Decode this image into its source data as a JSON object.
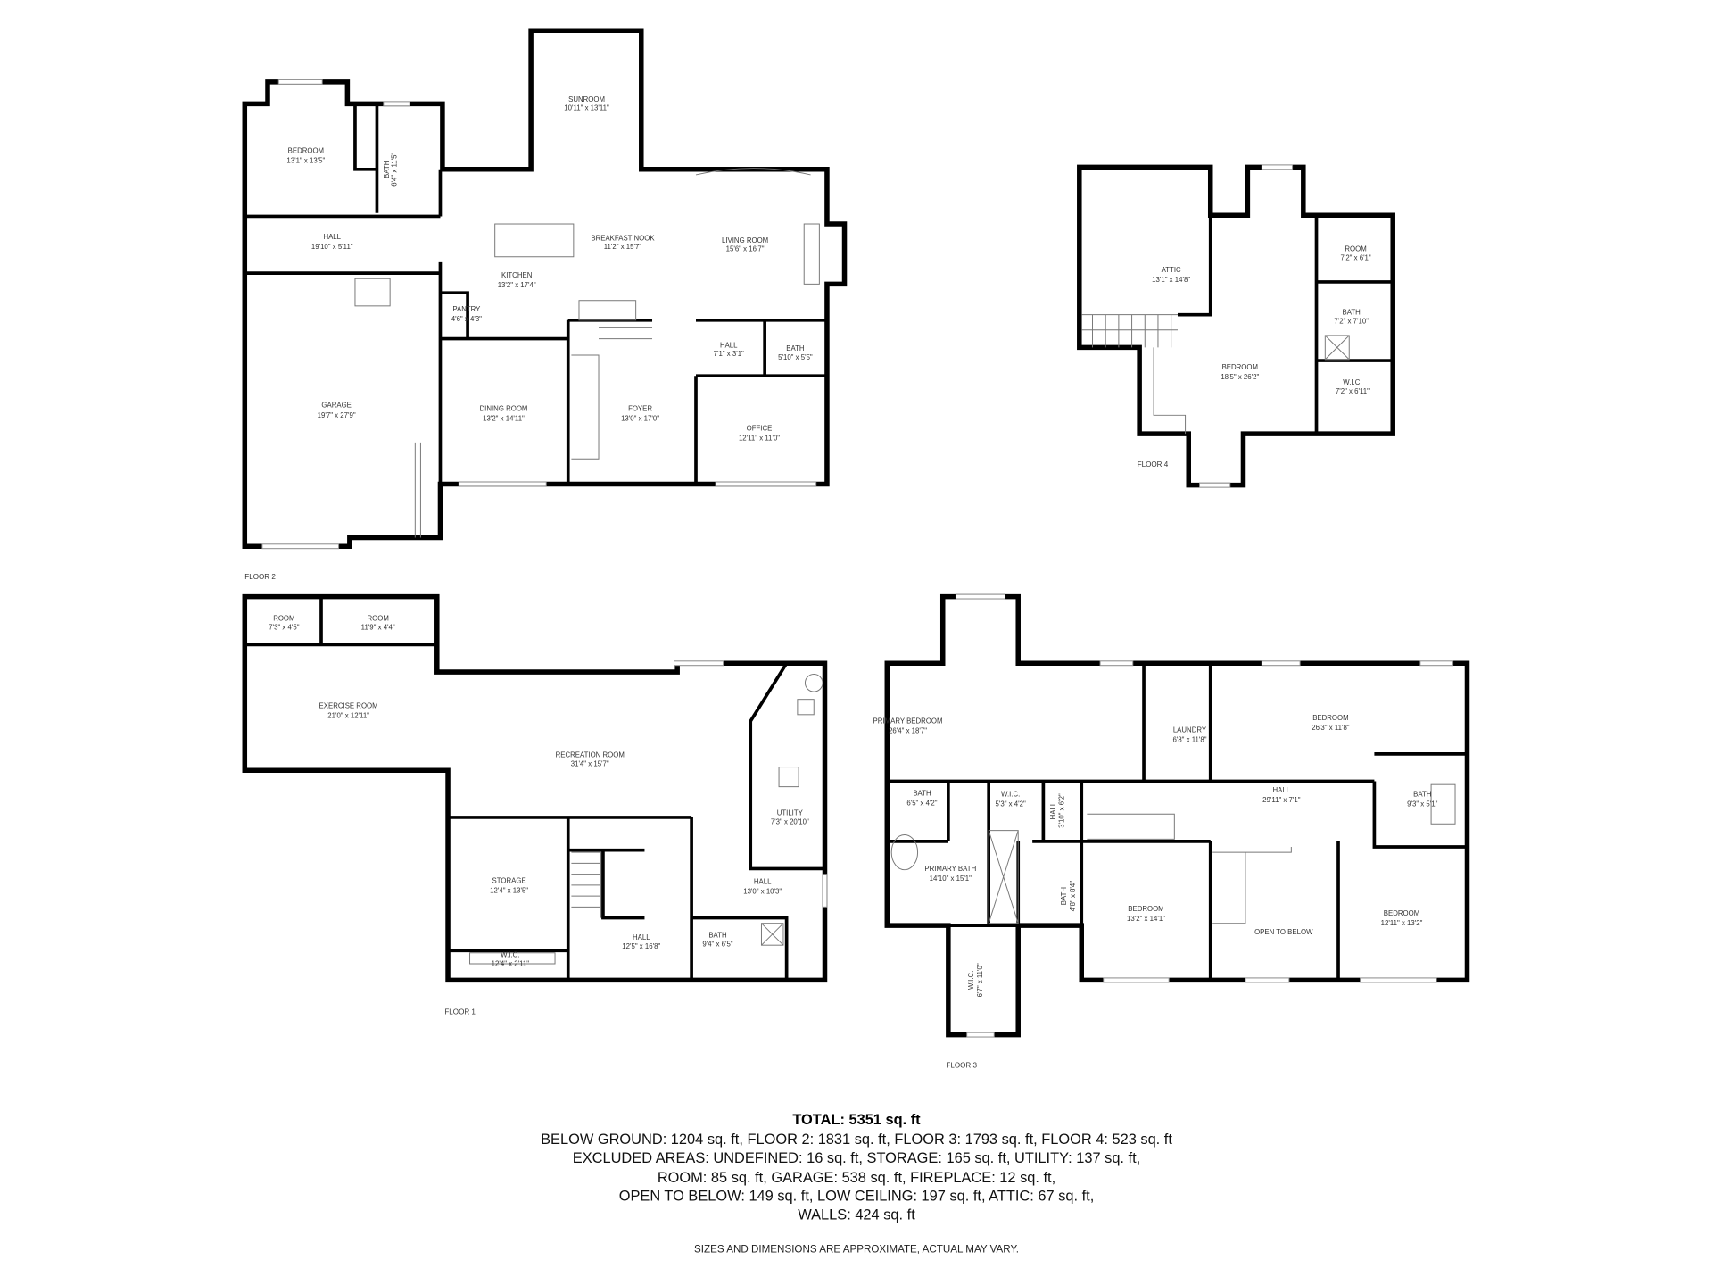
{
  "floors": {
    "floor2": {
      "label": "FLOOR 2",
      "rooms": [
        {
          "name": "BEDROOM",
          "dim": "13'1\" x 13'5\""
        },
        {
          "name": "BATH",
          "dim": "6'4\" x 11'5\""
        },
        {
          "name": "SUNROOM",
          "dim": "10'11\" x 13'11\""
        },
        {
          "name": "HALL",
          "dim": "19'10\" x 5'11\""
        },
        {
          "name": "BREAKFAST NOOK",
          "dim": "11'2\" x 15'7\""
        },
        {
          "name": "LIVING ROOM",
          "dim": "15'6\" x 16'7\""
        },
        {
          "name": "KITCHEN",
          "dim": "13'2\" x 17'4\""
        },
        {
          "name": "PANTRY",
          "dim": "4'6\" x 4'3\""
        },
        {
          "name": "HALL",
          "dim": "7'1\" x 3'1\""
        },
        {
          "name": "BATH",
          "dim": "5'10\" x 5'5\""
        },
        {
          "name": "GARAGE",
          "dim": "19'7\" x 27'9\""
        },
        {
          "name": "DINING ROOM",
          "dim": "13'2\" x 14'11\""
        },
        {
          "name": "FOYER",
          "dim": "13'0\" x 17'0\""
        },
        {
          "name": "OFFICE",
          "dim": "12'11\" x 11'0\""
        }
      ]
    },
    "floor4": {
      "label": "FLOOR 4",
      "rooms": [
        {
          "name": "ATTIC",
          "dim": "13'1\" x 14'8\""
        },
        {
          "name": "ROOM",
          "dim": "7'2\" x 6'1\""
        },
        {
          "name": "BATH",
          "dim": "7'2\" x 7'10\""
        },
        {
          "name": "BEDROOM",
          "dim": "18'5\" x 26'2\""
        },
        {
          "name": "W.I.C.",
          "dim": "7'2\" x 6'11\""
        }
      ]
    },
    "floor1": {
      "label": "FLOOR 1",
      "rooms": [
        {
          "name": "ROOM",
          "dim": "7'3\" x 4'5\""
        },
        {
          "name": "ROOM",
          "dim": "11'9\" x 4'4\""
        },
        {
          "name": "EXERCISE ROOM",
          "dim": "21'0\" x 12'11\""
        },
        {
          "name": "RECREATION ROOM",
          "dim": "31'4\" x 15'7\""
        },
        {
          "name": "UTILITY",
          "dim": "7'3\" x 20'10\""
        },
        {
          "name": "STORAGE",
          "dim": "12'4\" x 13'5\""
        },
        {
          "name": "HALL",
          "dim": "13'0\" x 10'3\""
        },
        {
          "name": "W.I.C.",
          "dim": "12'4\" x 2'11\""
        },
        {
          "name": "HALL",
          "dim": "12'5\" x 16'8\""
        },
        {
          "name": "BATH",
          "dim": "9'4\" x 6'5\""
        }
      ]
    },
    "floor3": {
      "label": "FLOOR 3",
      "rooms": [
        {
          "name": "PRIMARY BEDROOM",
          "dim": "26'4\" x 18'7\""
        },
        {
          "name": "LAUNDRY",
          "dim": "6'8\" x 11'8\""
        },
        {
          "name": "BEDROOM",
          "dim": "26'3\" x 11'8\""
        },
        {
          "name": "BATH",
          "dim": "6'5\" x 4'2\""
        },
        {
          "name": "W.I.C.",
          "dim": "5'3\" x 4'2\""
        },
        {
          "name": "HALL",
          "dim": "3'10\" x 6'2\""
        },
        {
          "name": "HALL",
          "dim": "29'11\" x 7'1\""
        },
        {
          "name": "BATH",
          "dim": "9'3\" x 5'1\""
        },
        {
          "name": "PRIMARY BATH",
          "dim": "14'10\" x 15'1\""
        },
        {
          "name": "BATH",
          "dim": "4'8\" x 8'4\""
        },
        {
          "name": "BEDROOM",
          "dim": "13'2\" x 14'1\""
        },
        {
          "name": "OPEN TO BELOW",
          "dim": ""
        },
        {
          "name": "BEDROOM",
          "dim": "12'11\" x 13'2\""
        },
        {
          "name": "W.I.C.",
          "dim": "6'7\" x 11'0\""
        }
      ]
    }
  },
  "summary": {
    "total": "TOTAL: 5351 sq. ft",
    "lines": [
      "BELOW GROUND: 1204 sq. ft, FLOOR 2: 1831 sq. ft, FLOOR 3: 1793 sq. ft, FLOOR 4: 523 sq. ft",
      "EXCLUDED AREAS: UNDEFINED: 16 sq. ft, STORAGE: 165 sq. ft, UTILITY: 137 sq. ft,",
      "ROOM: 85 sq. ft, GARAGE: 538 sq. ft, FIREPLACE: 12 sq. ft,",
      "OPEN TO BELOW: 149 sq. ft, LOW CEILING: 197 sq. ft, ATTIC: 67 sq. ft,",
      "WALLS: 424 sq. ft"
    ],
    "disclaimer": "SIZES AND DIMENSIONS ARE APPROXIMATE, ACTUAL MAY VARY."
  }
}
